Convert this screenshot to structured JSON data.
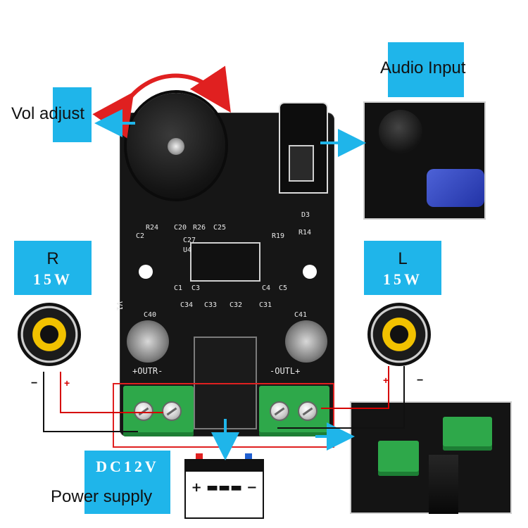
{
  "labels": {
    "vol_adjust": "Vol adjust",
    "audio_input": "Audio Input",
    "right_channel": "R",
    "right_power": "15W",
    "left_channel": "L",
    "left_power": "15W",
    "dc_voltage": "DC12V",
    "power_supply": "Power supply"
  },
  "board_markings": {
    "out_right": "+OUTR-",
    "out_left": "-OUTL+",
    "v1": "V1",
    "c40": "C40",
    "c41": "C41",
    "c34": "C34",
    "c33": "C33",
    "c32": "C32",
    "c31": "C31",
    "c1": "C1",
    "c3": "C3",
    "c4": "C4",
    "c5": "C5",
    "r24": "R24",
    "c2": "C2",
    "c20": "C20",
    "r26": "R26",
    "c25": "C25",
    "c27": "C27",
    "u4": "U4",
    "r19": "R19",
    "r14": "R14",
    "d3": "D3"
  },
  "polarity": {
    "right_minus": "−",
    "right_plus": "+",
    "left_plus": "+",
    "left_minus": "−"
  },
  "battery": {
    "symbol": "+ ▬▬▬ −"
  },
  "colors": {
    "label_blue": "#1fb5ea",
    "board_black": "#161616",
    "terminal_green": "#2ea84a",
    "wire_red": "#d60000",
    "highlight_red": "#e02020",
    "arrow_blue": "#1fb5ea",
    "speaker_yellow": "#f2c200"
  },
  "icons": {
    "volume_arrow": "curved-double-arrow-icon",
    "speaker": "speaker-icon",
    "battery": "battery-icon",
    "arrow": "arrow-icon"
  }
}
